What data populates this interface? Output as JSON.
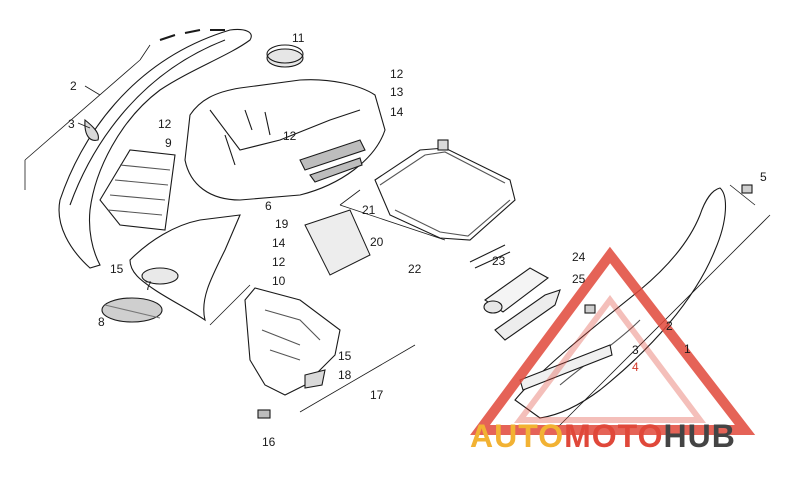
{
  "diagram": {
    "callouts": [
      {
        "id": "c-11",
        "text": "11"
      },
      {
        "id": "c-2-left",
        "text": "2"
      },
      {
        "id": "c-3-left",
        "text": "3"
      },
      {
        "id": "c-12-a",
        "text": "12"
      },
      {
        "id": "c-12-b",
        "text": "12"
      },
      {
        "id": "c-13",
        "text": "13"
      },
      {
        "id": "c-14-top",
        "text": "14"
      },
      {
        "id": "c-12-c",
        "text": "12"
      },
      {
        "id": "c-9",
        "text": "9"
      },
      {
        "id": "c-6",
        "text": "6"
      },
      {
        "id": "c-19",
        "text": "19"
      },
      {
        "id": "c-14-mid",
        "text": "14"
      },
      {
        "id": "c-12-d",
        "text": "12"
      },
      {
        "id": "c-10",
        "text": "10"
      },
      {
        "id": "c-15-left",
        "text": "15"
      },
      {
        "id": "c-7",
        "text": "7"
      },
      {
        "id": "c-8",
        "text": "8"
      },
      {
        "id": "c-21",
        "text": "21"
      },
      {
        "id": "c-20",
        "text": "20"
      },
      {
        "id": "c-22",
        "text": "22"
      },
      {
        "id": "c-23",
        "text": "23"
      },
      {
        "id": "c-24",
        "text": "24"
      },
      {
        "id": "c-25",
        "text": "25"
      },
      {
        "id": "c-5",
        "text": "5"
      },
      {
        "id": "c-2-right",
        "text": "2"
      },
      {
        "id": "c-3-right",
        "text": "3"
      },
      {
        "id": "c-4",
        "text": "4"
      },
      {
        "id": "c-1",
        "text": "1"
      },
      {
        "id": "c-15-lower",
        "text": "15"
      },
      {
        "id": "c-18",
        "text": "18"
      },
      {
        "id": "c-17",
        "text": "17"
      },
      {
        "id": "c-16",
        "text": "16"
      }
    ]
  },
  "watermark": {
    "part1": "AUTO",
    "part2": "MOTO",
    "part3": "HUB",
    "color_part1": "#f2b233",
    "color_part2": "#e0483a",
    "color_part3": "#444444"
  },
  "colors": {
    "line": "#1a1a1a",
    "callout_highlight": "#d23a2a"
  }
}
